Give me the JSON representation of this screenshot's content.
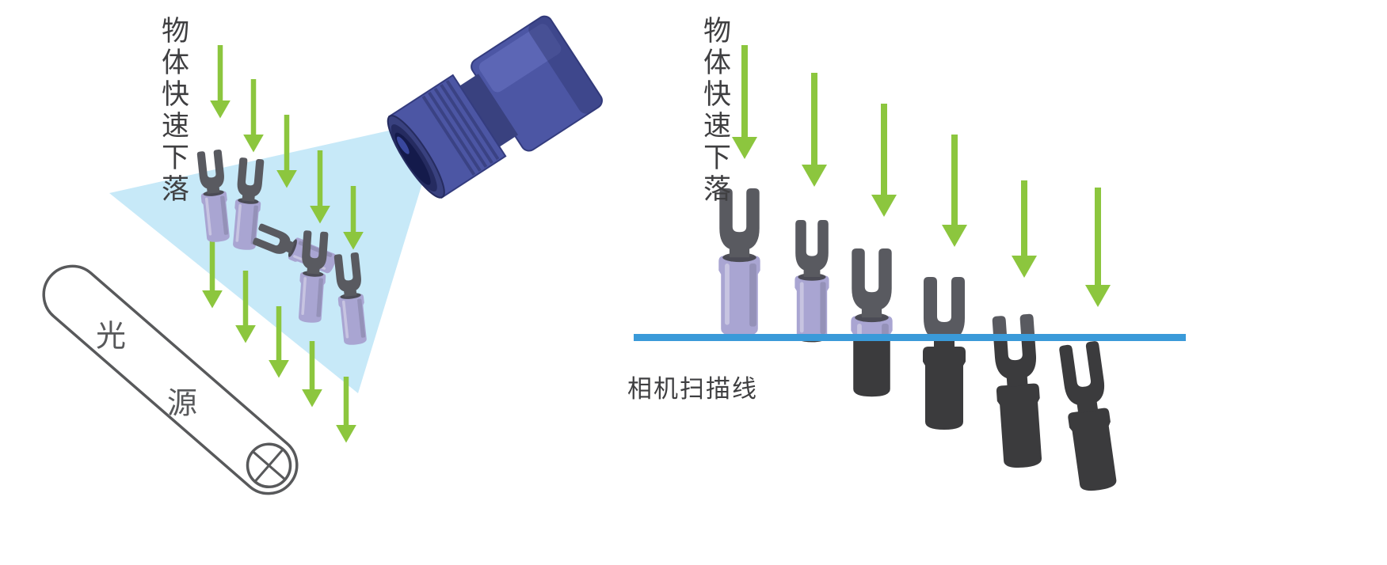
{
  "left_panel": {
    "falling_label": "物体快速下落",
    "light_source_chars": [
      "光",
      "源"
    ]
  },
  "right_panel": {
    "falling_label": "物体快速下落",
    "scan_line_label": "相机扫描线"
  },
  "colors": {
    "background": "#FFFFFF",
    "arrow_green": "#8CC63E",
    "fov_blue": "#C7E9F8",
    "scan_line_blue": "#3A9AD9",
    "camera_blue": "#4C56A4",
    "camera_blue_dark": "#39417F",
    "camera_lens_dark": "#141A4B",
    "terminal_sleeve": "#A9A5D2",
    "terminal_metal": "#595A60",
    "silhouette_dark": "#3B3B3D",
    "outline_gray": "#58595B",
    "text_color": "#3F3F41"
  }
}
